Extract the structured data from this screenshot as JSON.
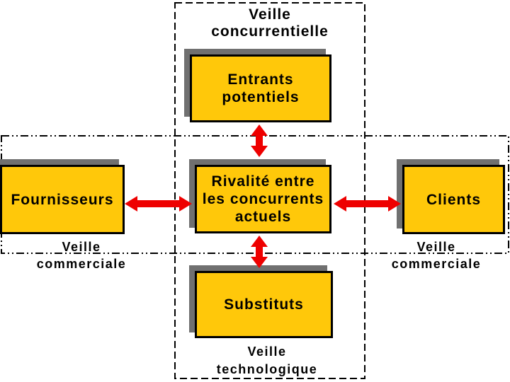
{
  "diagram": {
    "title_top": "Veille\nconcurrentielle",
    "boxes": {
      "entrants": "Entrants\npotentiels",
      "fournisseurs": "Fournisseurs",
      "rivalite": "Rivalité entre\nles concurrents\nactuels",
      "clients": "Clients",
      "substituts": "Substituts"
    },
    "labels": {
      "veille_commerciale_left": "Veille\ncommerciale",
      "veille_commerciale_right": "Veille\ncommerciale",
      "veille_technologique": "Veille\ntechnologique"
    },
    "colors": {
      "box_fill": "#FFC80A",
      "box_border": "#000000",
      "shadow": "#707070",
      "arrow": "#EE0000",
      "frame_stroke": "#000000",
      "background": "#FFFFFF"
    }
  }
}
